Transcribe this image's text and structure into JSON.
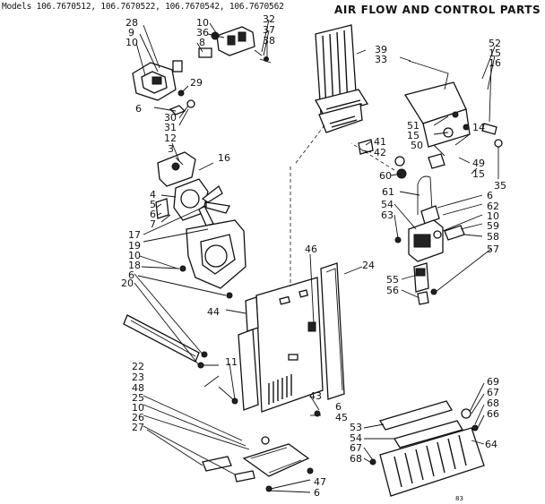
{
  "header": {
    "models": "Models 106.7670512, 106.7670522, 106.7670542, 106.7670562",
    "title": "AIR FLOW AND CONTROL PARTS",
    "page": "83"
  },
  "callouts": [
    {
      "id": "c1",
      "text": "28"
    },
    {
      "id": "c2",
      "text": "9"
    },
    {
      "id": "c3",
      "text": "10"
    },
    {
      "id": "c4",
      "text": "10"
    },
    {
      "id": "c5",
      "text": "36"
    },
    {
      "id": "c6",
      "text": "8"
    },
    {
      "id": "c7",
      "text": "32"
    },
    {
      "id": "c8",
      "text": "37"
    },
    {
      "id": "c9",
      "text": "38"
    },
    {
      "id": "c10",
      "text": "39"
    },
    {
      "id": "c11",
      "text": "33"
    },
    {
      "id": "c12",
      "text": "52"
    },
    {
      "id": "c13",
      "text": "15"
    },
    {
      "id": "c14",
      "text": "16"
    },
    {
      "id": "c15",
      "text": "29"
    },
    {
      "id": "c16",
      "text": "6"
    },
    {
      "id": "c17",
      "text": "30"
    },
    {
      "id": "c18",
      "text": "31"
    },
    {
      "id": "c19",
      "text": "12"
    },
    {
      "id": "c20",
      "text": "3"
    },
    {
      "id": "c21",
      "text": "16"
    },
    {
      "id": "c22",
      "text": "51"
    },
    {
      "id": "c23",
      "text": "15"
    },
    {
      "id": "c24",
      "text": "14"
    },
    {
      "id": "c25",
      "text": "50"
    },
    {
      "id": "c26",
      "text": "41"
    },
    {
      "id": "c27",
      "text": "42"
    },
    {
      "id": "c28",
      "text": "49"
    },
    {
      "id": "c29",
      "text": "15"
    },
    {
      "id": "c30",
      "text": "35"
    },
    {
      "id": "c31",
      "text": "60"
    },
    {
      "id": "c32",
      "text": "61"
    },
    {
      "id": "c33",
      "text": "6"
    },
    {
      "id": "c34",
      "text": "62"
    },
    {
      "id": "c35",
      "text": "10"
    },
    {
      "id": "c36",
      "text": "4"
    },
    {
      "id": "c37",
      "text": "5"
    },
    {
      "id": "c38",
      "text": "6"
    },
    {
      "id": "c39",
      "text": "7"
    },
    {
      "id": "c40",
      "text": "17"
    },
    {
      "id": "c41",
      "text": "19"
    },
    {
      "id": "c42",
      "text": "54"
    },
    {
      "id": "c43",
      "text": "63"
    },
    {
      "id": "c44",
      "text": "59"
    },
    {
      "id": "c45",
      "text": "58"
    },
    {
      "id": "c46",
      "text": "57"
    },
    {
      "id": "c47",
      "text": "10"
    },
    {
      "id": "c48",
      "text": "18"
    },
    {
      "id": "c49",
      "text": "6"
    },
    {
      "id": "c50",
      "text": "20"
    },
    {
      "id": "c51",
      "text": "46"
    },
    {
      "id": "c52",
      "text": "24"
    },
    {
      "id": "c53",
      "text": "55"
    },
    {
      "id": "c54",
      "text": "56"
    },
    {
      "id": "c55",
      "text": "44"
    },
    {
      "id": "c56",
      "text": "22"
    },
    {
      "id": "c57",
      "text": "23"
    },
    {
      "id": "c58",
      "text": "48"
    },
    {
      "id": "c59",
      "text": "25"
    },
    {
      "id": "c60",
      "text": "10"
    },
    {
      "id": "c61",
      "text": "26"
    },
    {
      "id": "c62",
      "text": "27"
    },
    {
      "id": "c63",
      "text": "11"
    },
    {
      "id": "c64",
      "text": "43"
    },
    {
      "id": "c65",
      "text": "45"
    },
    {
      "id": "c66",
      "text": "6"
    },
    {
      "id": "c67",
      "text": "47"
    },
    {
      "id": "c68",
      "text": "6"
    },
    {
      "id": "c69",
      "text": "69"
    },
    {
      "id": "c70",
      "text": "67"
    },
    {
      "id": "c71",
      "text": "68"
    },
    {
      "id": "c72",
      "text": "66"
    },
    {
      "id": "c73",
      "text": "53"
    },
    {
      "id": "c74",
      "text": "54"
    },
    {
      "id": "c75",
      "text": "67"
    },
    {
      "id": "c76",
      "text": "68"
    },
    {
      "id": "c77",
      "text": "64"
    }
  ]
}
